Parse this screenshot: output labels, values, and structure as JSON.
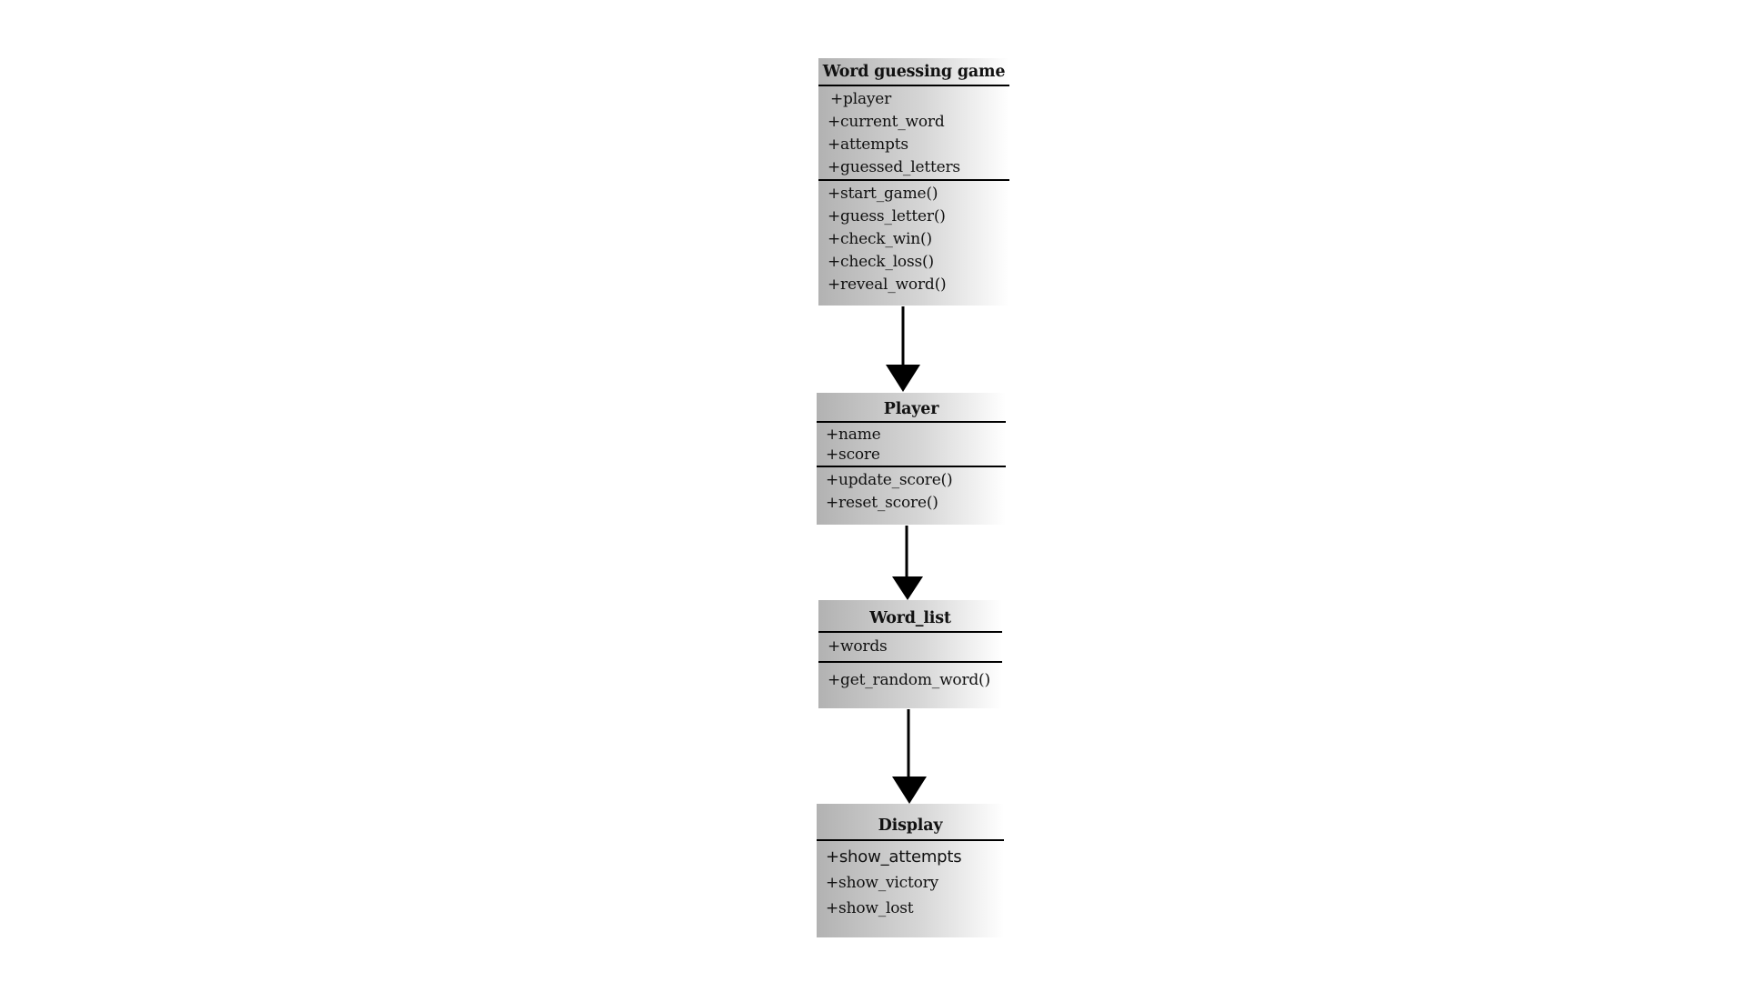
{
  "diagram": {
    "classes": [
      {
        "id": "word-guessing-game",
        "title": "Word guessing game",
        "attributes": [
          "+player",
          "+current_word",
          "+attempts",
          "+guessed_letters"
        ],
        "methods": [
          "+start_game()",
          "+guess_letter()",
          "+check_win()",
          "+check_loss()",
          "+reveal_word()"
        ]
      },
      {
        "id": "player",
        "title": "Player",
        "attributes": [
          "+name",
          "+score"
        ],
        "methods": [
          "+update_score()",
          "+reset_score()"
        ]
      },
      {
        "id": "word-list",
        "title": "Word_list",
        "attributes": [
          "+words"
        ],
        "methods": [
          "+get_random_word()"
        ]
      },
      {
        "id": "display",
        "title": "Display",
        "attributes": [
          "+show_attempts",
          "+show_victory",
          "+show_lost"
        ],
        "methods": []
      }
    ],
    "relations": [
      {
        "from": "word-guessing-game",
        "to": "player"
      },
      {
        "from": "player",
        "to": "word-list"
      },
      {
        "from": "word-list",
        "to": "display"
      }
    ]
  }
}
